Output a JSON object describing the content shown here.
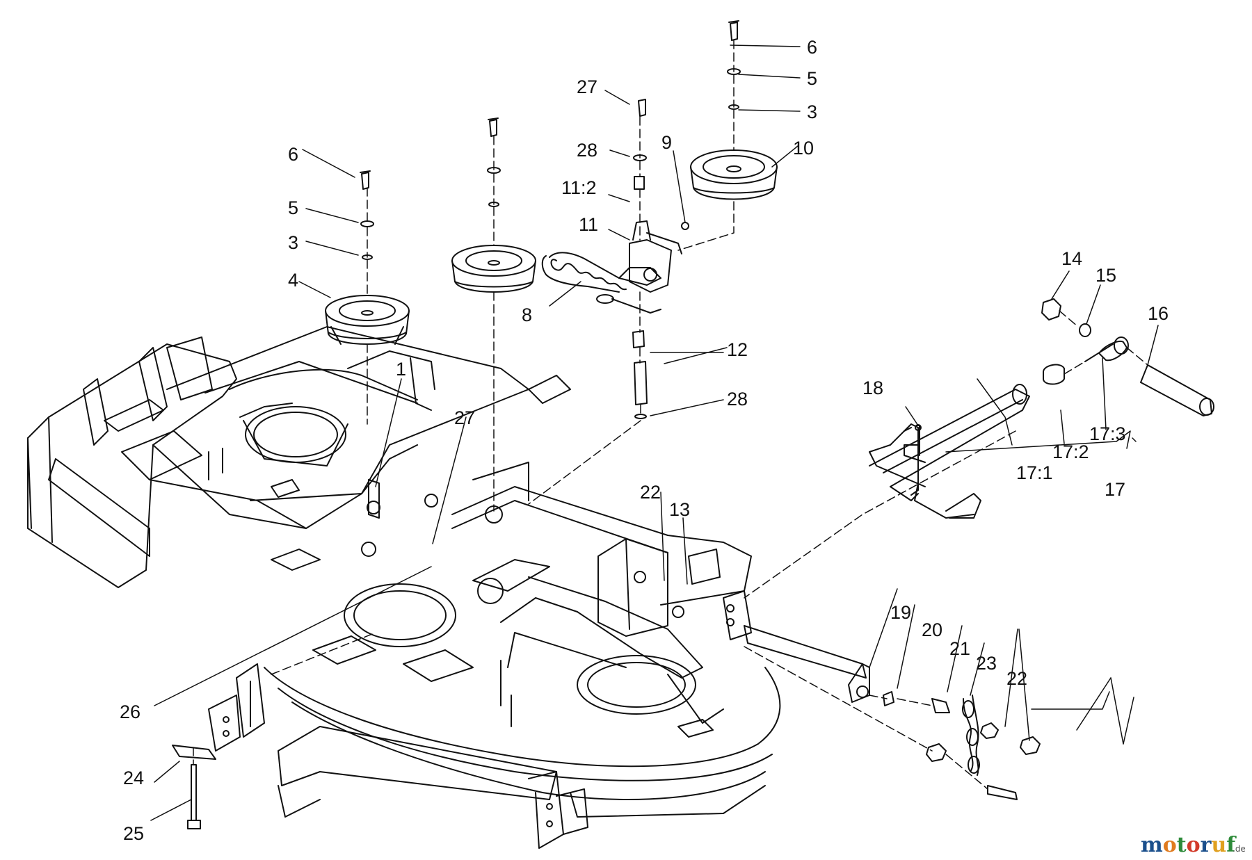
{
  "diagram": {
    "callouts": {
      "c1": "1",
      "c3a": "3",
      "c3b": "3",
      "c4": "4",
      "c5a": "5",
      "c5b": "5",
      "c6a": "6",
      "c6b": "6",
      "c8": "8",
      "c9": "9",
      "c10": "10",
      "c11": "11",
      "c11_2": "11:2",
      "c12": "12",
      "c13": "13",
      "c14": "14",
      "c15": "15",
      "c16": "16",
      "c17": "17",
      "c17_1": "17:1",
      "c17_2": "17:2",
      "c17_3": "17:3",
      "c18": "18",
      "c19": "19",
      "c20": "20",
      "c21": "21",
      "c22a": "22",
      "c22b": "22",
      "c23": "23",
      "c24": "24",
      "c25": "25",
      "c26": "26",
      "c27a": "27",
      "c27b": "27",
      "c28a": "28",
      "c28b": "28"
    }
  },
  "watermark": {
    "brand_main": "motoruf",
    "brand_tld": ".de",
    "colors": {
      "m": "#1a4f8c",
      "o1": "#e07b1f",
      "t": "#2e8b3a",
      "o2": "#d23a2a",
      "r": "#1a4f8c",
      "u": "#e0a01f",
      "f": "#2e8b3a"
    }
  }
}
